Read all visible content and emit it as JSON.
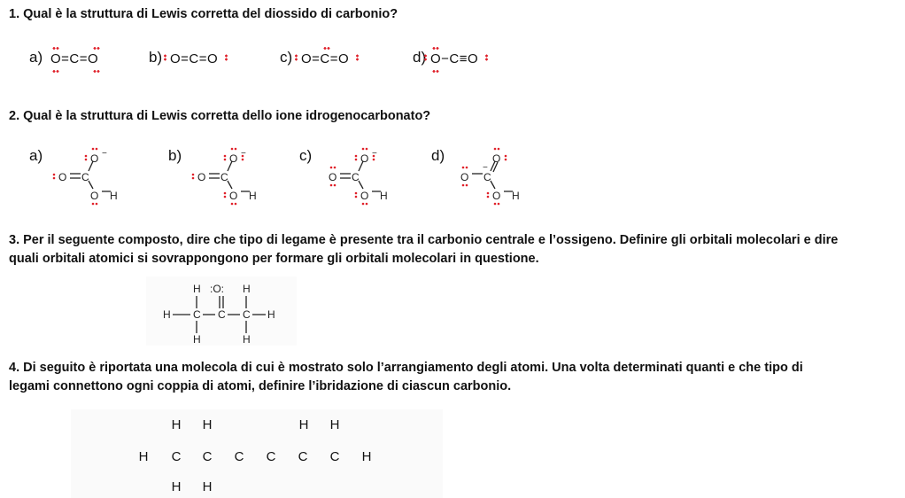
{
  "q1": {
    "text": "1. Qual è la struttura di Lewis corretta del diossido di carbonio?",
    "options": [
      {
        "label": "a)",
        "formula": "O=C=O"
      },
      {
        "label": "b)",
        "formula": "O=C=O"
      },
      {
        "label": "c)",
        "formula": "O=C=O"
      },
      {
        "label": "d)",
        "formula": "O−C≡O"
      }
    ]
  },
  "q2": {
    "text": "2. Qual è la struttura di Lewis corretta dello ione idrogenocarbonato?",
    "options": [
      {
        "label": "a)"
      },
      {
        "label": "b)"
      },
      {
        "label": "c)"
      },
      {
        "label": "d)"
      }
    ],
    "atoms": {
      "o": "O",
      "c": "C",
      "h": "H",
      "minus": "−"
    }
  },
  "q3": {
    "line1": "3. Per il seguente composto, dire che tipo di legame è presente tra il carbonio centrale e l’ossigeno. Definire gli orbitali molecolari e dire",
    "line2": "quali orbitali atomici si sovrappongono per formare gli orbitali molecolari in questione.",
    "atoms": {
      "h": "H",
      "c": "C",
      "o": ":O:"
    }
  },
  "q4": {
    "line1": "4. Di seguito è riportata una molecola di cui è mostrato solo l’arrangiamento degli atomi. Una volta determinati quanti e che tipo di",
    "line2": "legami connettono ogni coppia di atomi, definire l’ibridazione di ciascun carbonio.",
    "top_row": [
      "H",
      "H",
      "H",
      "H"
    ],
    "middle_row": [
      "H",
      "C",
      "C",
      "C",
      "C",
      "C",
      "C",
      "H"
    ],
    "bottom_row": [
      "H",
      "H"
    ]
  },
  "colors": {
    "lone_pair": "#e0202a"
  }
}
